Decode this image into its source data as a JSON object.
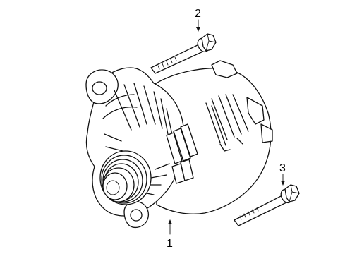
{
  "callouts": [
    {
      "number": "1",
      "part": "alternator"
    },
    {
      "number": "2",
      "part": "upper-mounting-bolt"
    },
    {
      "number": "3",
      "part": "lower-mounting-bolt"
    }
  ]
}
